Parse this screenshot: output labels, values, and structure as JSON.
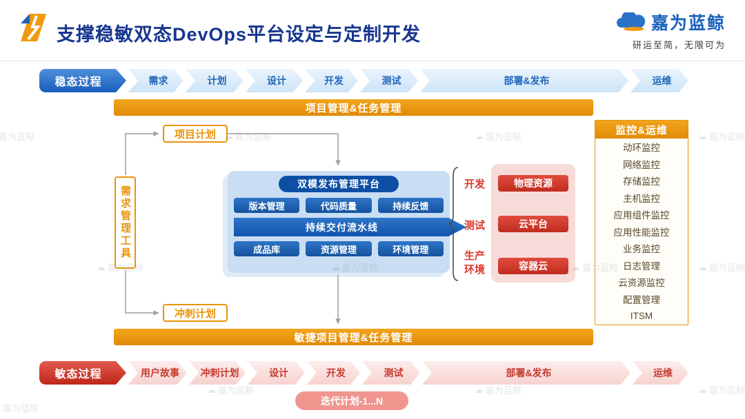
{
  "header": {
    "title": "支撑稳敏双态DevOps平台设定与定制开发",
    "brand": "嘉为蓝鲸",
    "tagline": "研运至简，无限可为"
  },
  "stable_flow": {
    "label": "稳态过程",
    "steps": [
      "需求",
      "计划",
      "设计",
      "开发",
      "测试",
      "部署&发布",
      "运维"
    ]
  },
  "bars": {
    "top": "项目管理&任务管理",
    "bottom": "敏捷项目管理&任务管理"
  },
  "left_boxes": {
    "project_plan": "项目计划",
    "requirement_tool": "需求管理工具",
    "sprint_plan": "冲刺计划"
  },
  "platform": {
    "title": "双模发布管理平台",
    "row1": [
      "版本管理",
      "代码质量",
      "持续反馈"
    ],
    "pipeline": "持续交付流水线",
    "row2": [
      "成品库",
      "资源管理",
      "环境管理"
    ]
  },
  "environments": {
    "labels": [
      "开发",
      "测试",
      "生产环境"
    ],
    "resources": [
      "物理资源",
      "云平台",
      "容器云"
    ]
  },
  "monitoring": {
    "title": "监控&运维",
    "items": [
      "动环监控",
      "网络监控",
      "存储监控",
      "主机监控",
      "应用组件监控",
      "应用性能监控",
      "业务监控",
      "日志管理",
      "云资源监控",
      "配置管理",
      "ITSM"
    ]
  },
  "agile_flow": {
    "label": "敏态过程",
    "steps": [
      "用户故事",
      "冲刺计划",
      "设计",
      "开发",
      "测试",
      "部署&发布",
      "运维"
    ]
  },
  "iteration_label": "迭代计划-1...N",
  "watermark": "嘉为蓝鲸",
  "icons": {
    "cloud": "☁"
  },
  "colors": {
    "orange": "#E8940C",
    "title_blue": "#17368F",
    "brand_blue": "#1B61BD",
    "step_blue": "#2166B8",
    "dark_blue": "#0C4FA5",
    "button_blue": "#1E63B8",
    "red": "#D9382C",
    "pink_panel": "#F7DBD9",
    "agile_red": "#C53A2E"
  }
}
